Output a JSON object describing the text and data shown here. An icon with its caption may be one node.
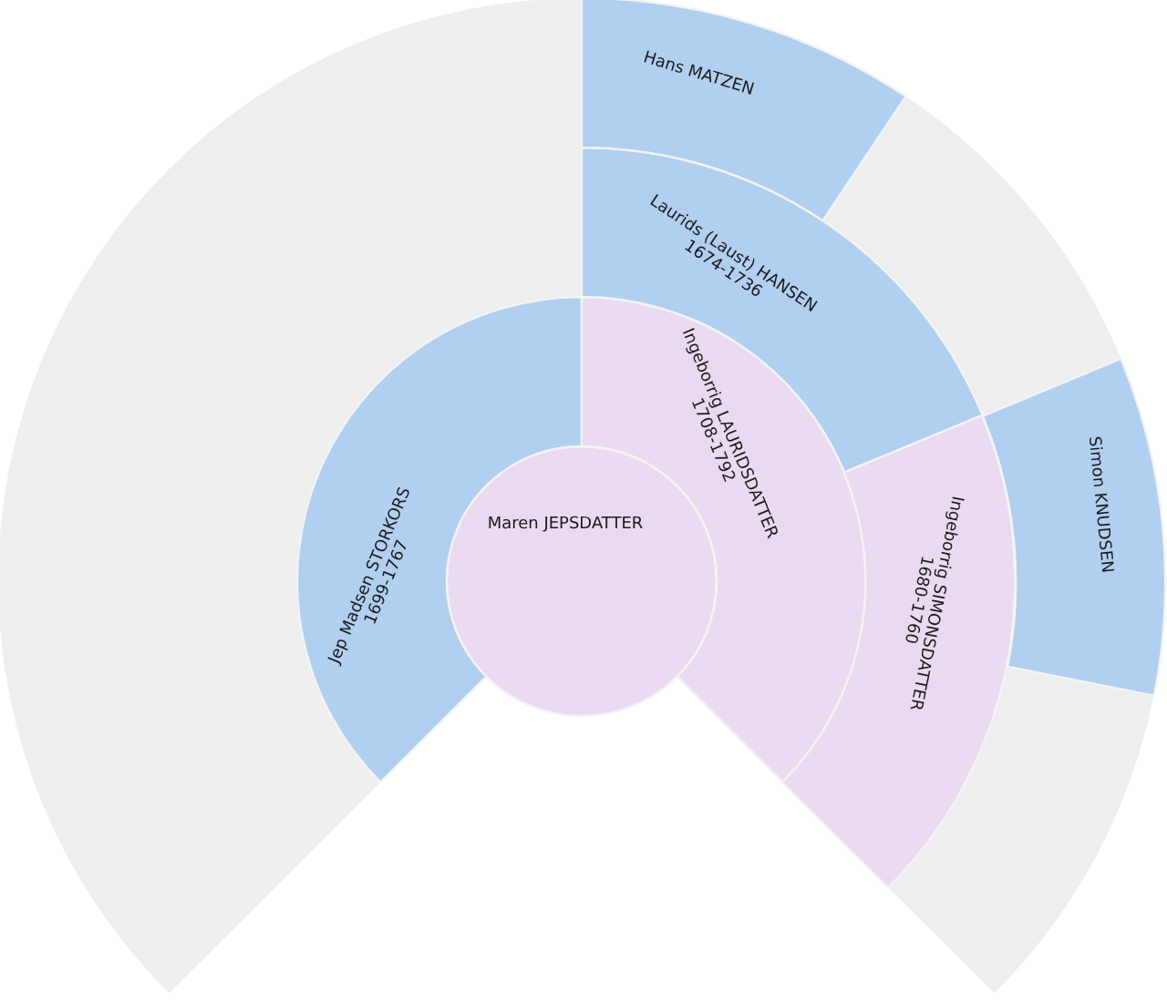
{
  "diagram": {
    "nodes": [
      {
        "text": [
          "Maren JEPSDATTER"
        ]
      },
      {
        "text": [
          "Jep Madsen STORKORS",
          "1699-1767"
        ]
      },
      {
        "text": [
          "Ingeborrig LAURIDSDATTER",
          "1708-1792"
        ]
      },
      {
        "text": [
          "Laurids (Laust) HANSEN",
          "1674-1736"
        ]
      },
      {
        "text": [
          "Ingeborrig SIMONSDATTER",
          "1680-1760"
        ]
      },
      {
        "text": [
          "Hans MATZEN"
        ]
      },
      {
        "text": [
          "Simon KNUDSEN"
        ]
      }
    ]
  }
}
